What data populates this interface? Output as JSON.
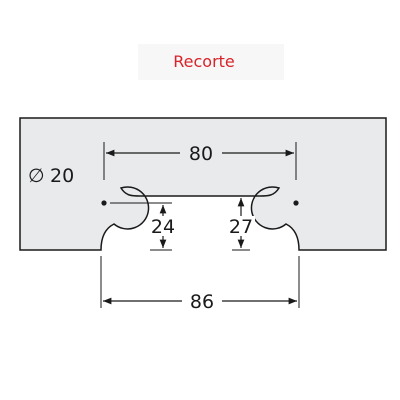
{
  "title": "Recorte",
  "colors": {
    "title": "#d8232a",
    "plate": "#e9eaec",
    "line": "#1a1a1a"
  },
  "dimensions": {
    "diameter_symbol": "∅",
    "diameter": "20",
    "top_width": "80",
    "bottom_width": "86",
    "inner_height": "24",
    "outer_height": "27"
  }
}
